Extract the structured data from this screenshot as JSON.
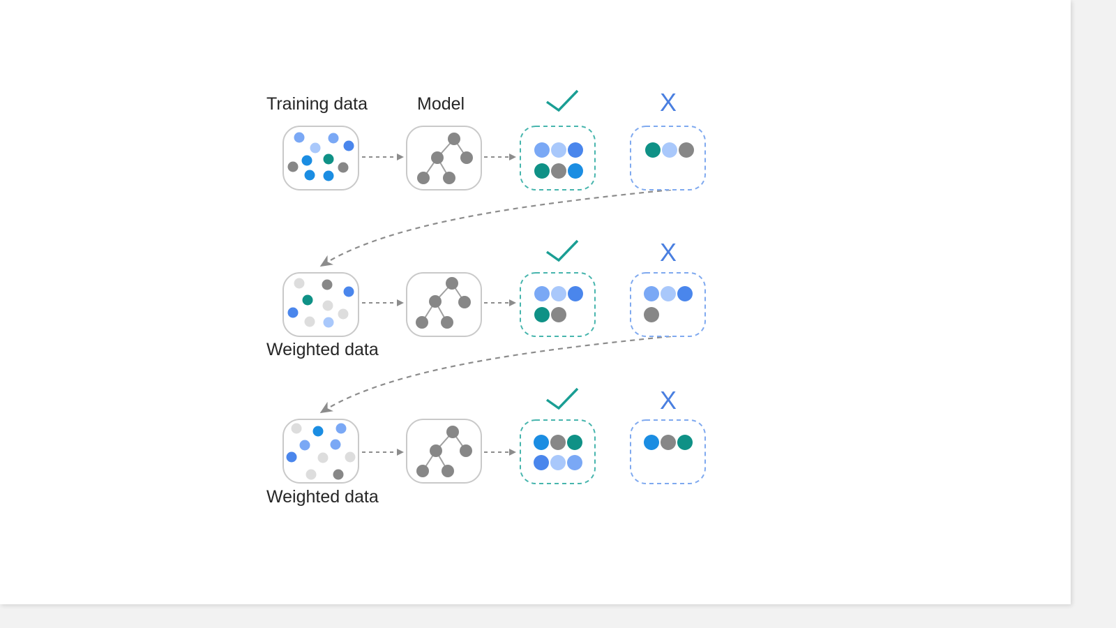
{
  "labels": {
    "training_data": "Training data",
    "model": "Model",
    "weighted_data_1": "Weighted data",
    "weighted_data_2": "Weighted data"
  },
  "marks": {
    "correct_symbol": "✓",
    "incorrect_symbol": "X",
    "correct_color": "#1a9e94",
    "incorrect_color": "#4a7fe0"
  },
  "colors": {
    "teal": "#0f9186",
    "blue_dark": "#1b8de2",
    "blue": "#4a86ec",
    "blue_light": "#7aa8f5",
    "blue_pale": "#a9c8fb",
    "gray": "#878787",
    "gray_light": "#dddddd",
    "box_border": "#c9c9c9",
    "arrow": "#8c8c8c"
  },
  "icons": {
    "correct": "checkmark-icon",
    "incorrect": "x-mark-icon",
    "model": "decision-tree-icon",
    "arrow": "dashed-arrow-icon"
  },
  "rounds": [
    {
      "data_points": [
        "blue_light",
        "blue_light",
        "blue_pale",
        "blue",
        "teal",
        "blue_dark",
        "gray",
        "blue_dark",
        "blue_dark",
        "gray"
      ],
      "correct": [
        "blue_light",
        "blue_pale",
        "blue",
        "teal",
        "gray",
        "blue_dark"
      ],
      "incorrect": [
        "teal",
        "blue_pale",
        "gray"
      ]
    },
    {
      "data_points": [
        "gray_light",
        "gray",
        "blue",
        "teal",
        "gray_light",
        "blue",
        "gray_light",
        "blue_pale",
        "gray_light"
      ],
      "correct": [
        "blue_light",
        "blue_pale",
        "blue",
        "teal",
        "gray"
      ],
      "incorrect": [
        "blue_light",
        "blue_pale",
        "blue",
        "gray"
      ]
    },
    {
      "data_points": [
        "gray_light",
        "blue_dark",
        "blue_light",
        "blue_light",
        "blue_light",
        "blue",
        "gray_light",
        "gray_light",
        "gray_light",
        "gray"
      ],
      "correct": [
        "blue_dark",
        "gray",
        "teal",
        "blue",
        "blue_pale",
        "blue_light"
      ],
      "incorrect": [
        "blue_dark",
        "gray",
        "teal"
      ]
    }
  ]
}
